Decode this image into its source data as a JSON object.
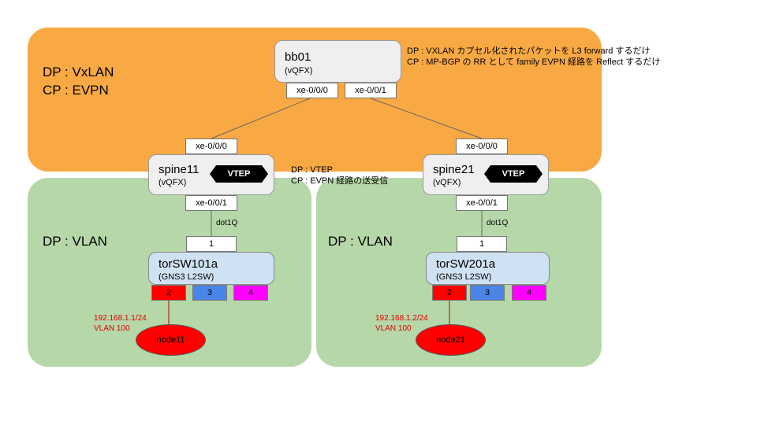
{
  "zones": {
    "top": {
      "label_dp": "DP : VxLAN",
      "label_cp": "CP : EVPN"
    },
    "left": {
      "label": "DP : VLAN"
    },
    "right": {
      "label": "DP : VLAN"
    }
  },
  "bb01": {
    "title": "bb01",
    "sub": "(vQFX)",
    "port_left": "xe-0/0/0",
    "port_right": "xe-0/0/1",
    "note_line1": "DP : VXLAN カプセル化されたパケットを L3 forward するだけ",
    "note_line2": "CP : MP-BGP の RR として family EVPN 経路を Reflect するだけ"
  },
  "spine11": {
    "title": "spine11",
    "sub": "(vQFX)",
    "badge": "VTEP",
    "port_up": "xe-0/0/0",
    "port_down": "xe-0/0/1",
    "note_line1": "DP : VTEP",
    "note_line2": "CP : EVPN 経路の送受信"
  },
  "spine21": {
    "title": "spine21",
    "sub": "(vQFX)",
    "badge": "VTEP",
    "port_up": "xe-0/0/0",
    "port_down": "xe-0/0/1"
  },
  "tor101": {
    "title": "torSW101a",
    "sub": "(GNS3 L2SW)",
    "port_up": "1",
    "link_label": "dot1Q",
    "ports": [
      "2",
      "3",
      "4"
    ]
  },
  "tor201": {
    "title": "torSW201a",
    "sub": "(GNS3 L2SW)",
    "port_up": "1",
    "link_label": "dot1Q",
    "ports": [
      "2",
      "3",
      "4"
    ]
  },
  "node11": {
    "name": "node11",
    "ip": "192.168.1.1/24",
    "vlan": "VLAN 100"
  },
  "node21": {
    "name": "node21",
    "ip": "192.168.1.2/24",
    "vlan": "VLAN 100"
  },
  "colors": {
    "orange_zone": "#f9a943",
    "green_zone": "#b6d7a8",
    "port2": "#ff0000",
    "port3": "#4a86e8",
    "port4": "#ff00ff",
    "node": "#ff0000"
  }
}
